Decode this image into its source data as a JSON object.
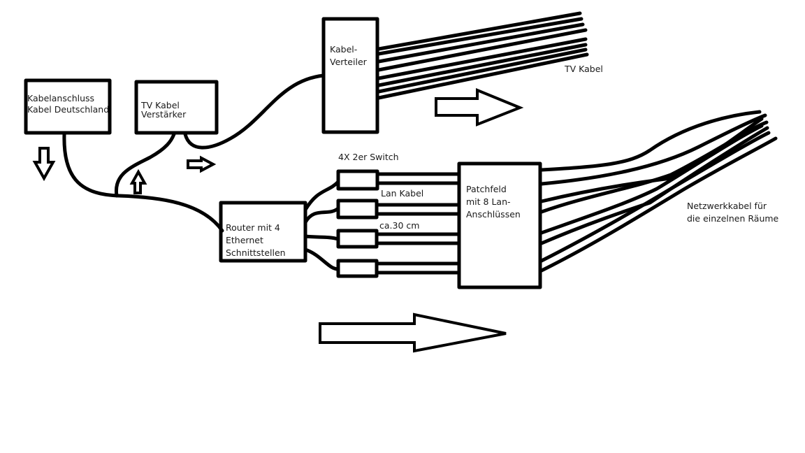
{
  "diagram": {
    "boxes": {
      "kabelanschluss": {
        "lines": [
          "Kabelanschluss",
          "Kabel Deutschland"
        ]
      },
      "verstaerker": {
        "lines": [
          "TV Kabel",
          "Verstärker"
        ]
      },
      "verteiler": {
        "lines": [
          "Kabel-",
          "Verteiler"
        ]
      },
      "router": {
        "lines": [
          "Router mit 4",
          "Ethernet",
          "Schnittstellen"
        ]
      },
      "patchfeld": {
        "lines": [
          "Patchfeld",
          "mit 8 Lan-",
          "Anschlüssen"
        ]
      }
    },
    "labels": {
      "tv_kabel": "TV Kabel",
      "switch": "4X 2er Switch",
      "lan_kabel": "Lan Kabel",
      "cable_length": "ca.30 cm",
      "netzwerk": [
        "Netzwerkkabel für",
        "die einzelnen Räume"
      ]
    },
    "counts": {
      "tv_cables_out": 8,
      "switches": 4,
      "patch_ports": 8,
      "network_cables_out": 8
    },
    "colors": {
      "stroke": "#000000",
      "background": "#ffffff",
      "text": "#1a1a1a"
    }
  }
}
